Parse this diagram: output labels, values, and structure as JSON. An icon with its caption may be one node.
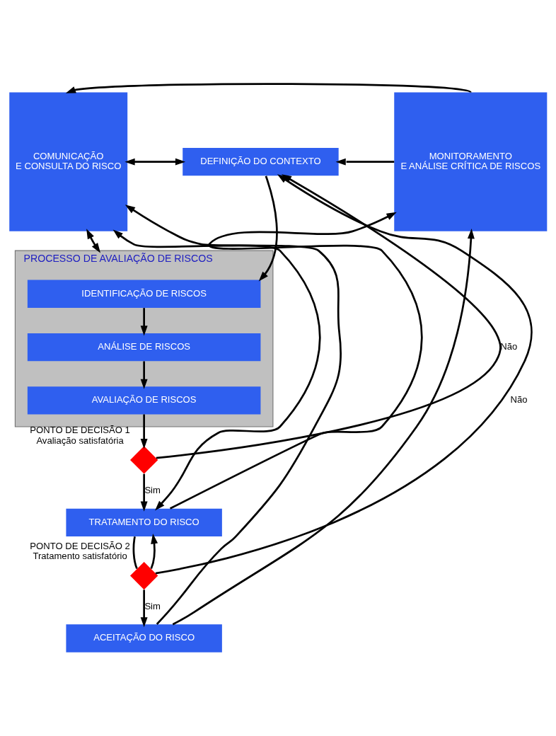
{
  "diagram": {
    "nodes": [
      {
        "text": [
          "COMUNICAÇÃO E CONSULTA DO RISCO"
        ]
      },
      {
        "text": [
          "DEFINIÇÃO DO CONTEXTO"
        ]
      },
      {
        "text": [
          "PROCESSO DE AVALIAÇÃO DE RISCOS"
        ]
      },
      {
        "text": [
          "IDENTIFICAÇÃO DE RISCOS"
        ],
        "in": 2
      },
      {
        "text": [
          "ANÁLISE DE RISCOS"
        ],
        "in": 2
      },
      {
        "text": [
          "AVALIAÇÃO DE RISCOS"
        ],
        "in": 2
      },
      {
        "text": [],
        "shape": "diamond",
        "beside": [
          "PONTO DE DECISÃO 1",
          "Avaliação satisfatória"
        ]
      },
      {
        "text": [
          "TRATAMENTO DO RISCO"
        ]
      },
      {
        "text": [],
        "shape": "diamond",
        "beside": [
          "PONTO DE DECISÃO 2",
          "Tratamento satisfatório"
        ]
      },
      {
        "text": [
          "ACEITAÇÃO DO RISCO"
        ]
      },
      {
        "text": [
          "MONITORAMENTO E ANÁLISE CRÍTICA DE RISCOS"
        ]
      }
    ],
    "edges": [
      {
        "from": 10,
        "to": 0,
        "arrow": "to"
      },
      {
        "from": 10,
        "to": 1,
        "arrow": "to"
      },
      {
        "from": 0,
        "to": 1,
        "arrow": "both"
      },
      {
        "from": 1,
        "to": 3,
        "arrow": "to"
      },
      {
        "from": 0,
        "to": 2,
        "arrow": "both"
      },
      {
        "from": 3,
        "to": 4,
        "arrow": "to"
      },
      {
        "from": 4,
        "to": 5,
        "arrow": "to"
      },
      {
        "from": 5,
        "to": 6,
        "arrow": "to"
      },
      {
        "from": 6,
        "to": 1,
        "arrow": "to",
        "label": "Não"
      },
      {
        "from": 6,
        "to": 7,
        "arrow": "to",
        "label": "Sim"
      },
      {
        "from": 0,
        "to": 7,
        "arrow": "both"
      },
      {
        "from": 7,
        "to": 10,
        "arrow": "to"
      },
      {
        "from": 7,
        "to": 8,
        "arrow": "none"
      },
      {
        "from": 8,
        "to": 1,
        "arrow": "to",
        "label": "Não"
      },
      {
        "from": 8,
        "to": 7,
        "arrow": "to"
      },
      {
        "from": 8,
        "to": 9,
        "arrow": "to",
        "label": "Sim"
      },
      {
        "from": 9,
        "to": 0,
        "arrow": "to"
      },
      {
        "from": 9,
        "to": 10,
        "arrow": "to"
      }
    ]
  }
}
